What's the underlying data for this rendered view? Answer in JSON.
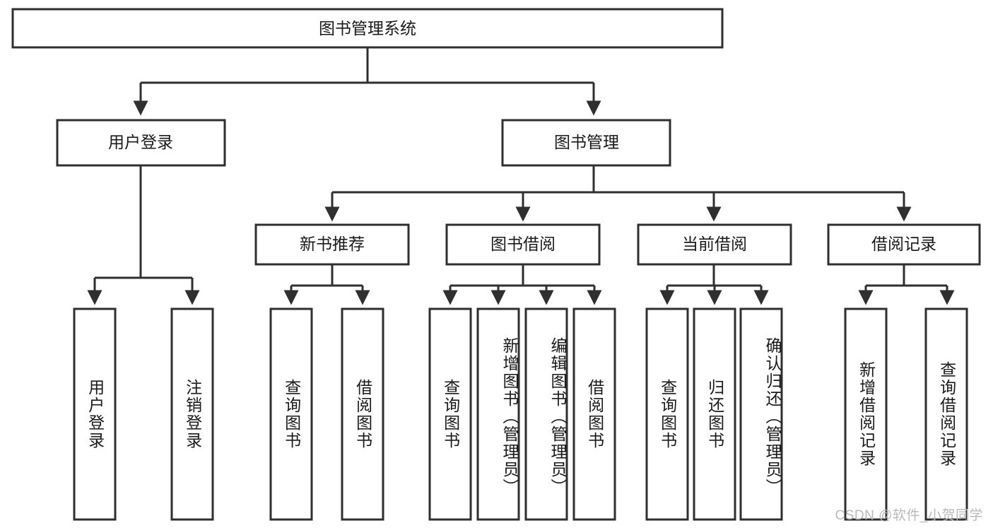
{
  "diagram": {
    "title": "图书管理系统",
    "type": "hierarchy-tree",
    "root": {
      "label": "图书管理系统"
    },
    "level2": [
      {
        "label": "用户登录"
      },
      {
        "label": "图书管理"
      }
    ],
    "level3": [
      {
        "label": "新书推荐"
      },
      {
        "label": "图书借阅"
      },
      {
        "label": "当前借阅"
      },
      {
        "label": "借阅记录"
      }
    ],
    "leaves": {
      "user_login": [
        {
          "label": "用户登录"
        },
        {
          "label": "注销登录"
        }
      ],
      "new_book_recommend": [
        {
          "label": "查询图书"
        },
        {
          "label": "借阅图书"
        }
      ],
      "book_borrow": [
        {
          "label": "查询图书"
        },
        {
          "label": "新增图书（管理员）"
        },
        {
          "label": "编辑图书（管理员）"
        },
        {
          "label": "借阅图书"
        }
      ],
      "current_borrow": [
        {
          "label": "查询图书"
        },
        {
          "label": "归还图书"
        },
        {
          "label": "确认归还（管理员）"
        }
      ],
      "borrow_record": [
        {
          "label": "新增借阅记录"
        },
        {
          "label": "查询借阅记录"
        }
      ]
    }
  },
  "watermark": {
    "text": "CSDN @软件_小贺同学"
  },
  "colors": {
    "stroke": "#2f2f2f",
    "fill": "#ffffff",
    "text": "#1a1a1a",
    "watermark": "#b9b9b9"
  }
}
